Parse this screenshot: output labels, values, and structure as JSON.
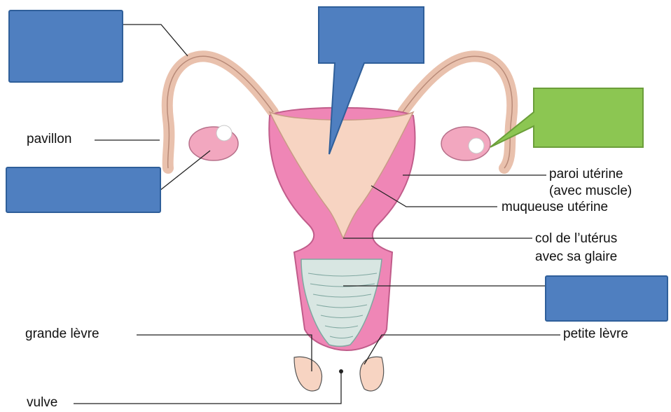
{
  "labels": {
    "pavillon": "pavillon",
    "paroi_line1": "paroi utérine",
    "paroi_line2": "(avec muscle)",
    "muqueuse": "muqueuse utérine",
    "col_line1": "col de l’utérus",
    "col_line2": "avec sa glaire",
    "grande_levre": "grande lèvre",
    "petite_levre": "petite lèvre",
    "vulve": "vulve"
  },
  "colors": {
    "label_box": "#4f7fc0",
    "callout_box": "#8cc652",
    "uterus_wall": "#ef86b6",
    "mucosa": "#f7d4c2",
    "vagina": "#d8e6e2"
  }
}
